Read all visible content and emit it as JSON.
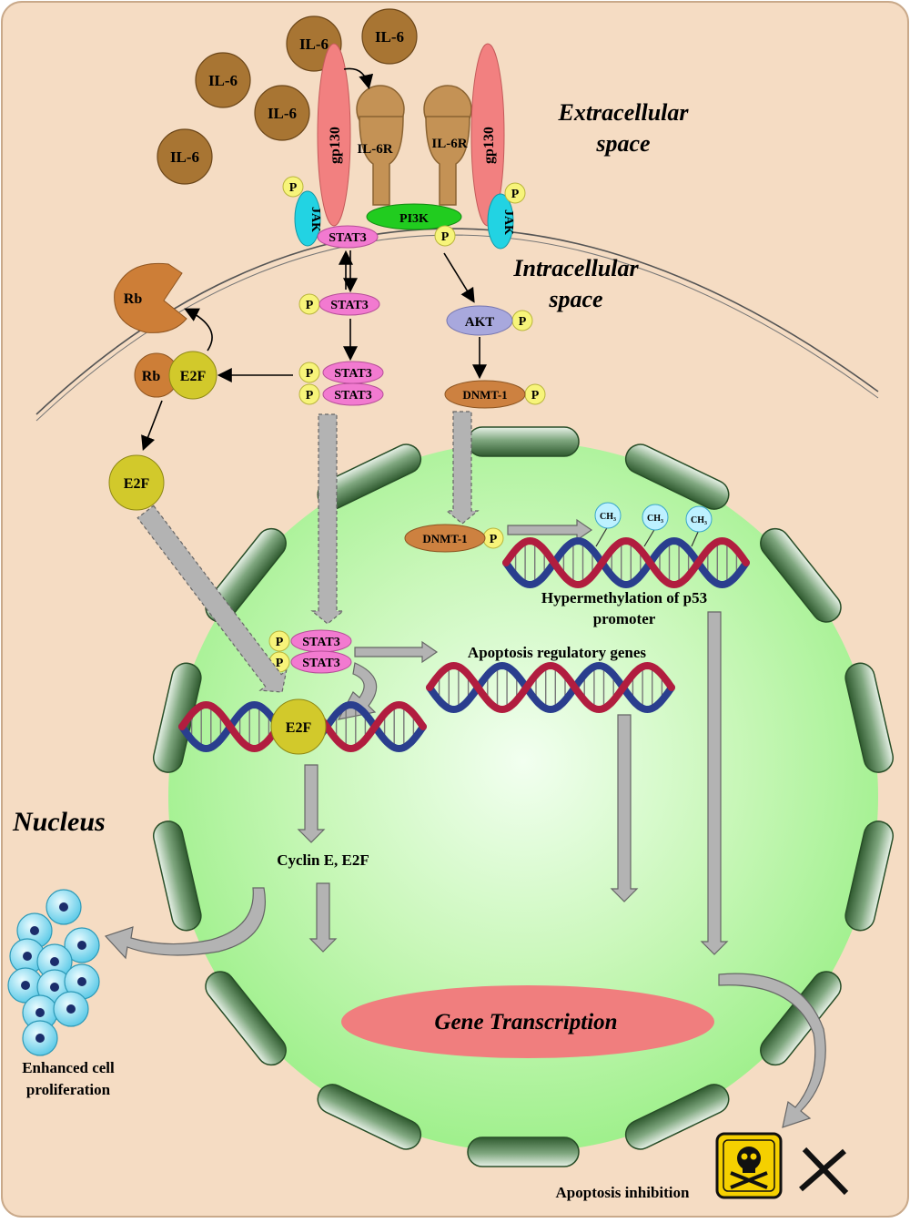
{
  "labels": {
    "extracellular": [
      "Extracellular",
      "space"
    ],
    "intracellular": [
      "Intracellular",
      "space"
    ],
    "nucleus": "Nucleus",
    "il6": "IL-6",
    "il6r": "IL-6R",
    "gp130": "gp130",
    "jak": "JAK",
    "pi3k": "PI3K",
    "p": "P",
    "stat3": "STAT3",
    "akt": "AKT",
    "dnmt1": "DNMT-1",
    "rb": "Rb",
    "e2f": "E2F",
    "ch3": "CH₃",
    "hypermethylation": [
      "Hypermethylation of p53",
      "promoter"
    ],
    "apoptosis_genes": "Apoptosis regulatory genes",
    "cyclin": "Cyclin E, E2F",
    "gene_transcription": "Gene Transcription",
    "proliferation": [
      "Enhanced cell",
      "proliferation"
    ],
    "apoptosis_inhibition": "Apoptosis inhibition"
  },
  "colors": {
    "background": "#f5dcc3",
    "il6": "#a87533",
    "gp130": "#f28080",
    "receptor": "#c49255",
    "jak": "#22d3e3",
    "pi3k": "#21cc1f",
    "stat3": "#f27ad0",
    "phospho": "#f7f47a",
    "akt": "#a8a8dd",
    "dnmt1": "#cd8140",
    "rb": "#cd7e37",
    "e2f": "#d2c92b",
    "nucleus_fill": "#b8f5a5",
    "envelope": "#5f8e5f",
    "dna_red": "#b11d3f",
    "dna_blue": "#2a3e8e",
    "transcription": "#f07e7e",
    "arrow_grey": "#b3b3b3",
    "cell_blue": "#7fd7ee",
    "hazard_yellow": "#f5d000"
  },
  "icons": [
    "skull-crossbones-icon",
    "cross-mark-icon"
  ]
}
